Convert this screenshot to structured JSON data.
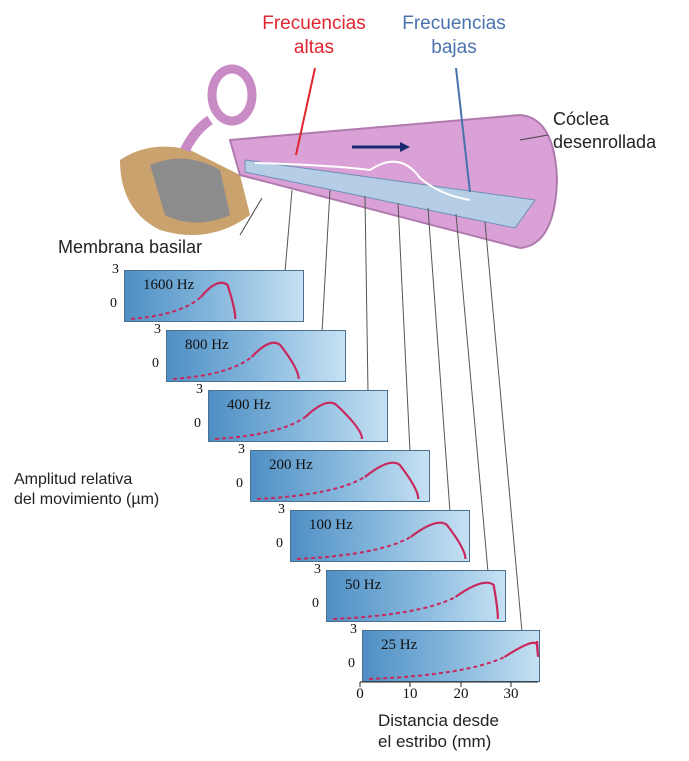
{
  "labels": {
    "high_freq": [
      "Frecuencias",
      "altas"
    ],
    "low_freq": [
      "Frecuencias",
      "bajas"
    ],
    "cochlea": [
      "Cóclea",
      "desenrollada"
    ],
    "basilar_membrane": "Membrana basilar",
    "y_axis": [
      "Amplitud relativa",
      "del movimiento (µm)"
    ],
    "x_axis": [
      "Distancia desde",
      "el estribo (mm)"
    ]
  },
  "colors": {
    "high_freq": "#e0262e",
    "low_freq": "#4a73ad",
    "curve": "#c8285c",
    "cochlea": "#d9a1d6",
    "arrow": "#1a2a6e"
  },
  "panels": [
    {
      "freq": "1600 Hz",
      "y_max_label": "3",
      "y_zero_label": "0"
    },
    {
      "freq": "800 Hz",
      "y_max_label": "3",
      "y_zero_label": "0"
    },
    {
      "freq": "400 Hz",
      "y_max_label": "3",
      "y_zero_label": "0"
    },
    {
      "freq": "200 Hz",
      "y_max_label": "3",
      "y_zero_label": "0"
    },
    {
      "freq": "100 Hz",
      "y_max_label": "3",
      "y_zero_label": "0"
    },
    {
      "freq": "50 Hz",
      "y_max_label": "3",
      "y_zero_label": "0"
    },
    {
      "freq": "25 Hz",
      "y_max_label": "3",
      "y_zero_label": "0"
    }
  ],
  "x_ticks": [
    "0",
    "10",
    "20",
    "30"
  ]
}
